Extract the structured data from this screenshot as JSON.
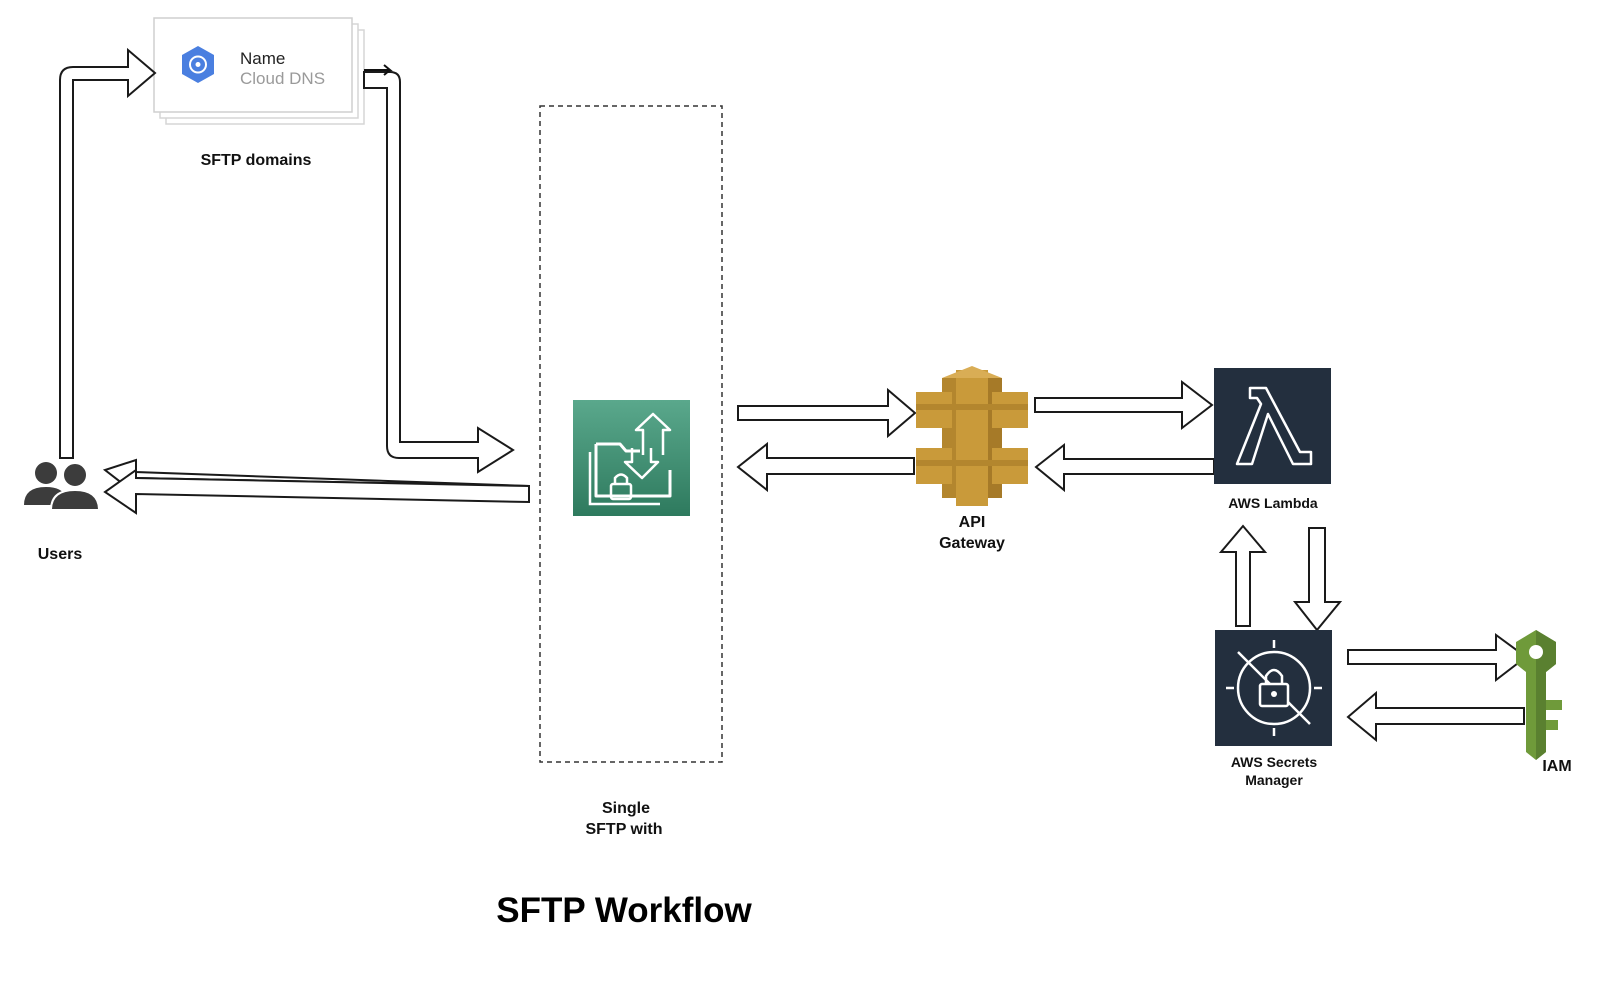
{
  "title": "SFTP Workflow",
  "dns_card": {
    "name": "Name",
    "service": "Cloud DNS",
    "caption": "SFTP domains",
    "icon": "cloud-dns-icon"
  },
  "nodes": {
    "users": {
      "label": "Users",
      "icon": "users-icon"
    },
    "transfer": {
      "label_line1": "Single",
      "label_line2": "SFTP with",
      "icon": "transfer-family-icon"
    },
    "api_gateway": {
      "label_line1": "API",
      "label_line2": "Gateway",
      "icon": "api-gateway-icon"
    },
    "lambda": {
      "label": "AWS Lambda",
      "icon": "lambda-icon"
    },
    "secrets": {
      "label_line1": "AWS Secrets",
      "label_line2": "Manager",
      "icon": "secrets-manager-icon"
    },
    "iam": {
      "label": "IAM",
      "icon": "iam-key-icon"
    }
  },
  "colors": {
    "transfer_green": "#3a8a6e",
    "aws_dark": "#232f3e",
    "api_gold": "#c99a3a",
    "iam_green": "#6f9a3a",
    "dns_blue": "#4a7fe0"
  }
}
